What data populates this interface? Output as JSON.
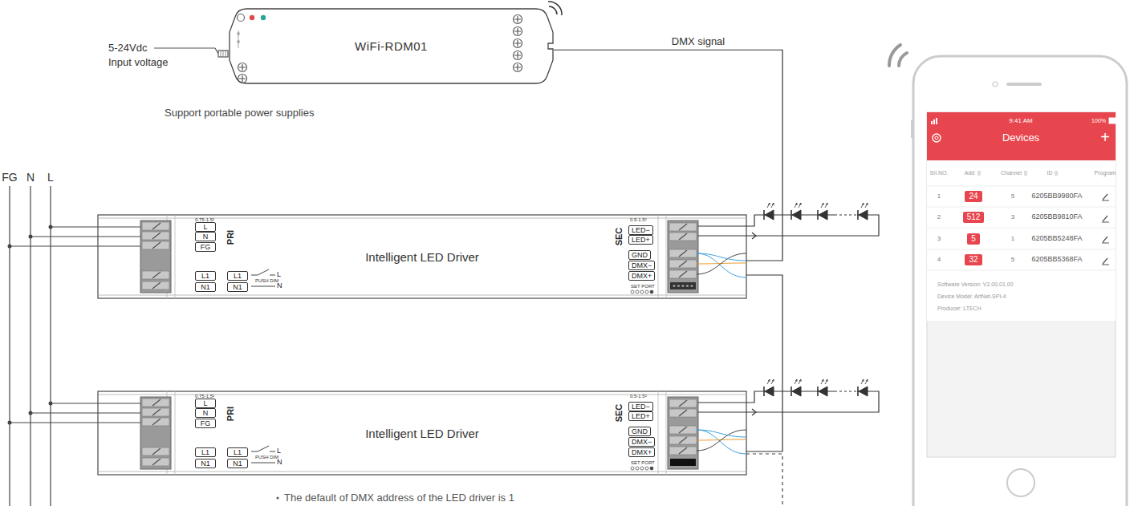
{
  "diagram": {
    "nodes": [
      {
        "text": [
          "WiFi-RDM01"
        ]
      },
      {
        "text": [
          "Intelligent LED Driver"
        ]
      },
      {
        "text": [
          "L"
        ],
        "in": 1
      },
      {
        "text": [
          "N"
        ],
        "in": 1
      },
      {
        "text": [
          "FG"
        ],
        "in": 1
      },
      {
        "text": [
          "L1"
        ],
        "in": 1
      },
      {
        "text": [
          "L1"
        ],
        "in": 1
      },
      {
        "text": [
          "N1"
        ],
        "in": 1
      },
      {
        "text": [
          "N1"
        ],
        "in": 1
      },
      {
        "text": [
          "LED−"
        ],
        "in": 1
      },
      {
        "text": [
          "LED+"
        ],
        "in": 1
      },
      {
        "text": [
          "GND"
        ],
        "in": 1
      },
      {
        "text": [
          "DMX−"
        ],
        "in": 1
      },
      {
        "text": [
          "DMX+"
        ],
        "in": 1
      },
      {
        "text": [
          "Intelligent LED Driver"
        ]
      },
      {
        "text": [
          "L"
        ],
        "in": 14
      },
      {
        "text": [
          "N"
        ],
        "in": 14
      },
      {
        "text": [
          "FG"
        ],
        "in": 14
      },
      {
        "text": [
          "L1"
        ],
        "in": 14
      },
      {
        "text": [
          "L1"
        ],
        "in": 14
      },
      {
        "text": [
          "N1"
        ],
        "in": 14
      },
      {
        "text": [
          "N1"
        ],
        "in": 14
      },
      {
        "text": [
          "LED−"
        ],
        "in": 14
      },
      {
        "text": [
          "LED+"
        ],
        "in": 14
      },
      {
        "text": [
          "GND"
        ],
        "in": 14
      },
      {
        "text": [
          "DMX−"
        ],
        "in": 14
      },
      {
        "text": [
          "DMX+"
        ],
        "in": 14
      },
      {
        "text": [
          "24"
        ]
      },
      {
        "text": [
          "512"
        ]
      },
      {
        "text": [
          "5"
        ]
      },
      {
        "text": [
          "32"
        ]
      }
    ],
    "edges": [
      {
        "from": 0,
        "to": 1,
        "arrow": "none",
        "label": "DMX signal"
      },
      {
        "from": 1,
        "to": 14,
        "arrow": "none"
      }
    ],
    "labels": [
      "FG",
      "N",
      "L",
      "5-24Vdc",
      "Input voltage",
      "Support portable power supplies",
      "0.75-1.5²",
      "PRI",
      "L",
      "N",
      "PUSH DIM",
      "SEC",
      "0.5-1.5²",
      "SET PORT",
      "0.75-1.5²",
      "PRI",
      "L",
      "N",
      "PUSH DIM",
      "SEC",
      "0.5-1.5²",
      "SET PORT",
      "The default of DMX address of the LED driver is 1",
      "9:41 AM",
      "100%",
      "Devices",
      "+",
      "Srl.NO.",
      "Add",
      "Channel",
      "ID",
      "Program",
      "1",
      "5",
      "6205BB9980FA",
      "2",
      "3",
      "6205BB9810FA",
      "3",
      "1",
      "6205BB5248FA",
      "4",
      "5",
      "6205BB5368FA",
      "Software Version:  V2.00.01.00",
      "Device Model: ArtNet-SPI-4",
      "Producer:  LTECH"
    ]
  }
}
